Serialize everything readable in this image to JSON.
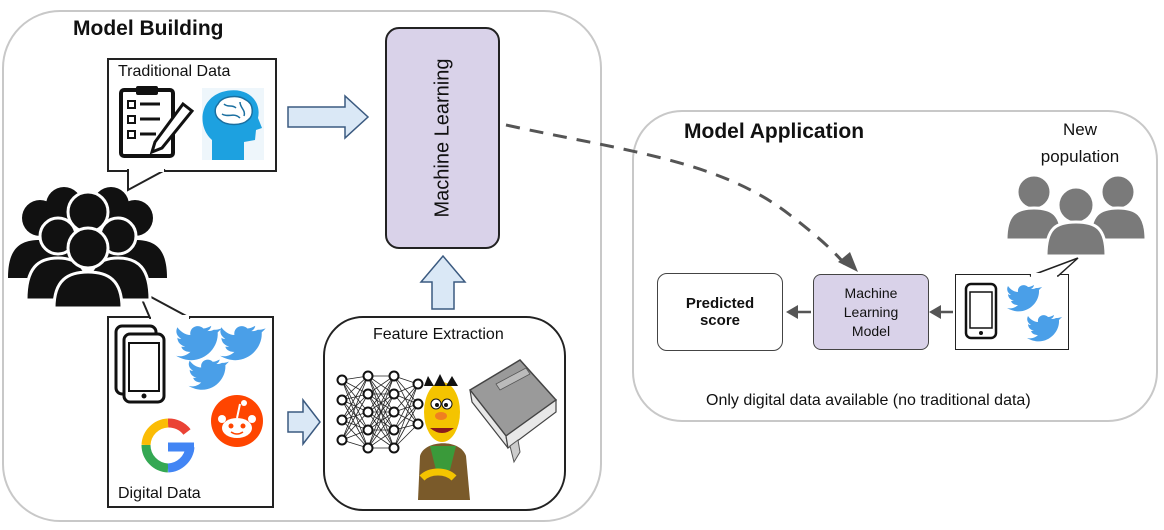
{
  "model_building": {
    "title": "Model Building",
    "traditional_data_label": "Traditional Data",
    "digital_data_label": "Digital Data",
    "machine_learning_label": "Machine Learning",
    "feature_extraction_label": "Feature Extraction"
  },
  "model_application": {
    "title": "Model Application",
    "new_population_line1": "New",
    "new_population_line2": "population",
    "predicted_score_line1": "Predicted",
    "predicted_score_line2": "score",
    "ml_model_line1": "Machine",
    "ml_model_line2": "Learning",
    "ml_model_line3": "Model",
    "footnote": "Only digital data available (no traditional data)"
  },
  "colors": {
    "ml_fill": "#d9d2e9",
    "arrow_fill": "#dae8f6",
    "arrow_stroke": "#3b5a80",
    "twitter": "#4a9fe8",
    "reddit": "#ff4500",
    "dark_people": "#111111",
    "gray_people": "#7a7a7a"
  },
  "icons": [
    "checklist-icon",
    "brain-icon",
    "people-group-icon",
    "smartphone-icon",
    "twitter-icon",
    "google-icon",
    "reddit-icon",
    "neural-network-icon",
    "bert-muppet-icon",
    "dictionary-book-icon"
  ]
}
